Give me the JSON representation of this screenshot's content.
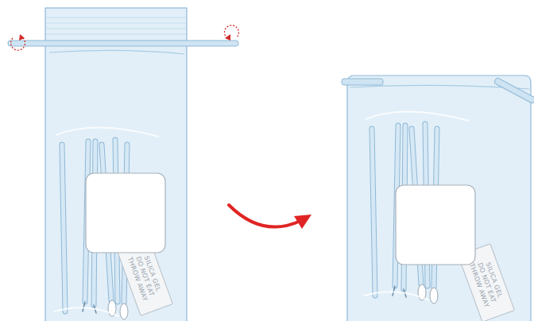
{
  "diagram": {
    "nodes": [
      {
        "text": [
          "SILICA GEL",
          "DO NOT EAT",
          "THROW AWAY"
        ]
      },
      {
        "text": [
          "SILICA GEL",
          "DO NOT EAT",
          "THROW AWAY"
        ]
      }
    ]
  }
}
